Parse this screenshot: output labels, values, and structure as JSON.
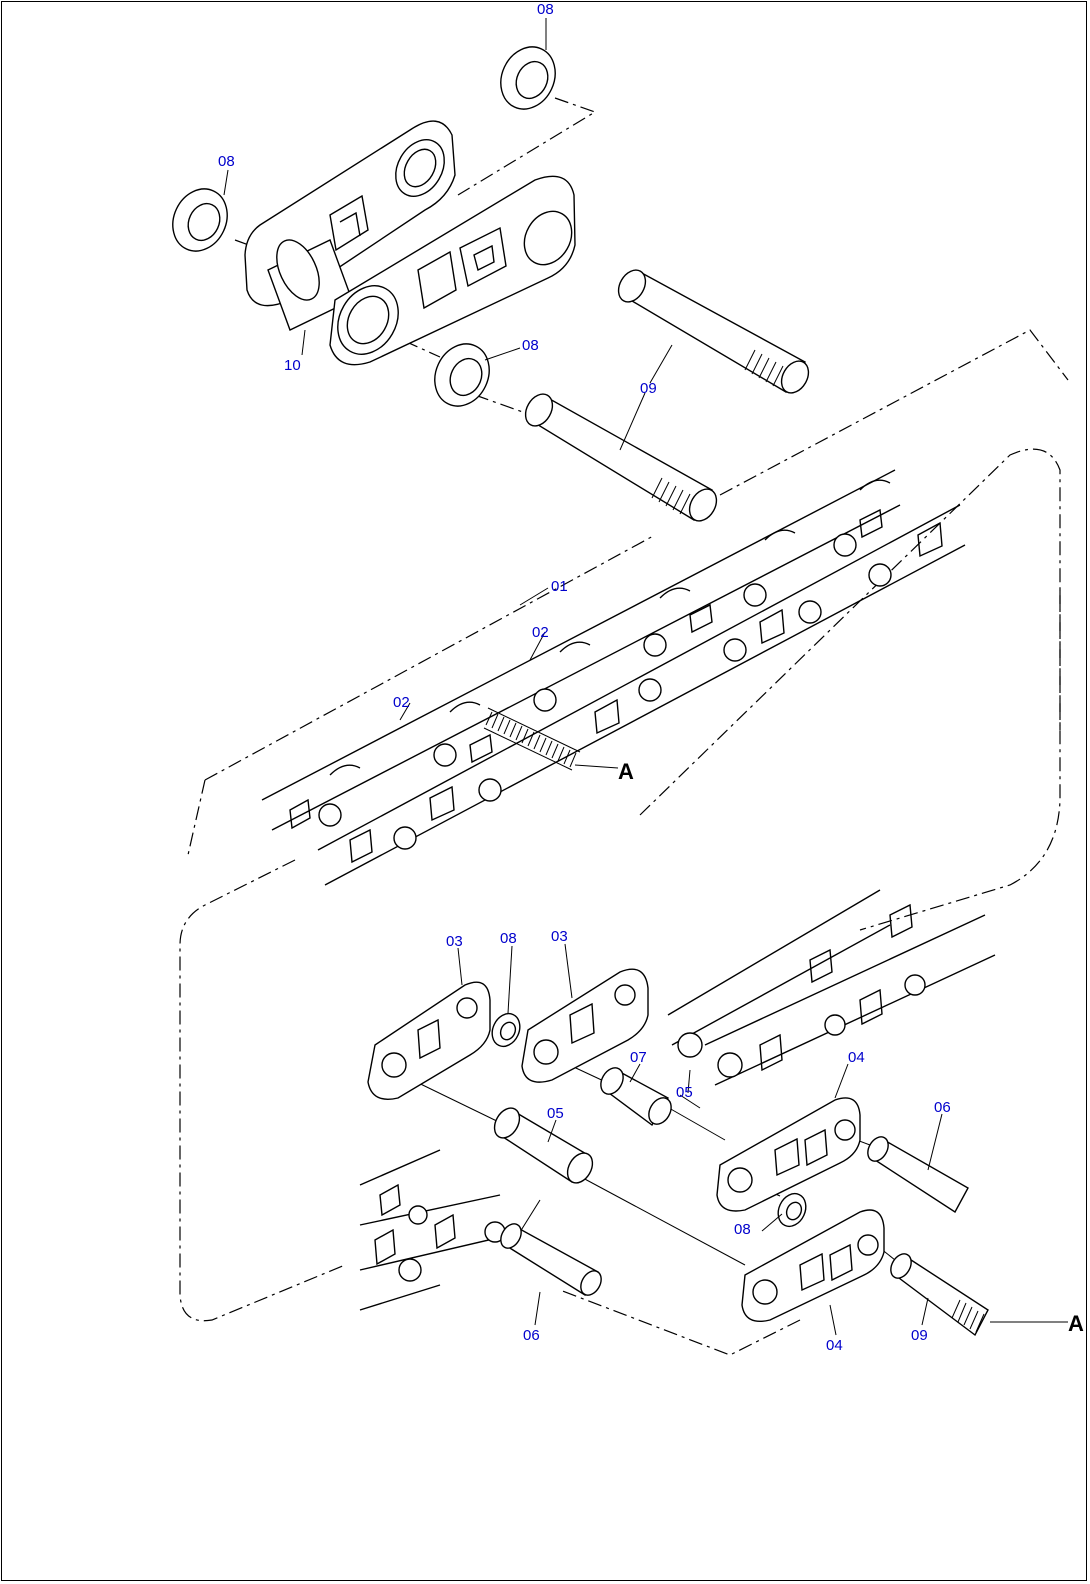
{
  "callouts": {
    "c08_top": "08",
    "c08_left": "08",
    "c08_mid": "08",
    "c10": "10",
    "c09_upper": "09",
    "c01": "01",
    "c02_a": "02",
    "c02_b": "02",
    "cA_mid": "A",
    "c03_a": "03",
    "c08_low": "08",
    "c03_b": "03",
    "c07": "07",
    "c05_a": "05",
    "c04_a": "04",
    "c05_b": "05",
    "c06_a": "06",
    "c08_bot": "08",
    "c06_b": "06",
    "c04_b": "04",
    "c09_lower": "09",
    "cA_bot": "A"
  },
  "colors": {
    "callout": "#0000cc",
    "line": "#000000",
    "background": "#ffffff"
  }
}
